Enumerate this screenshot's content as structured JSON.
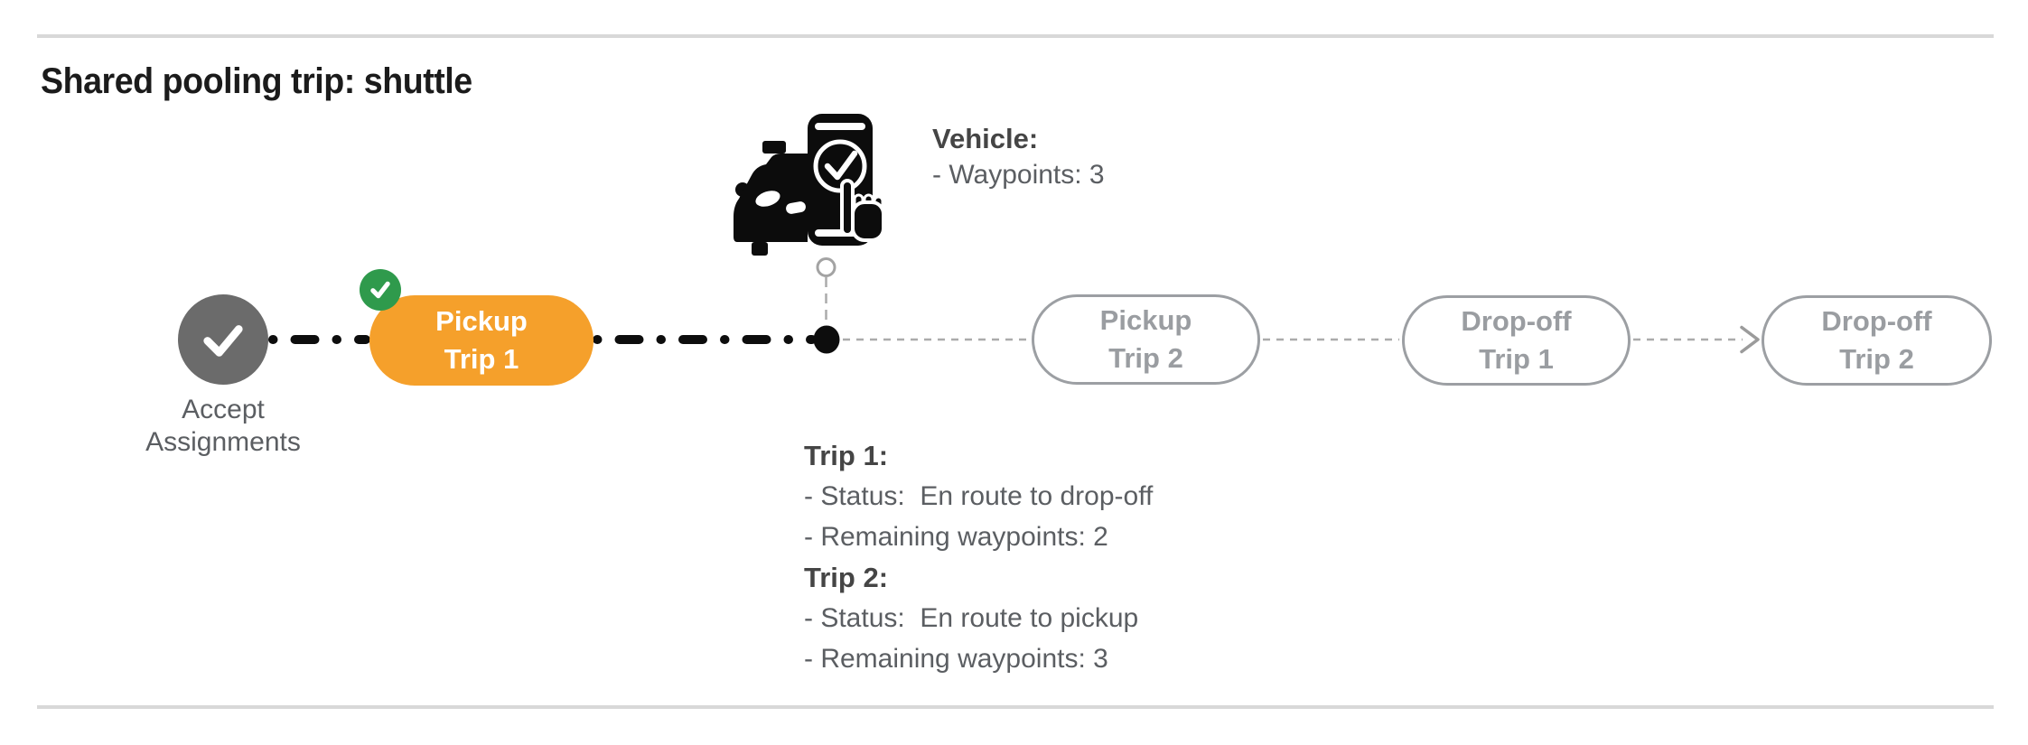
{
  "title": "Shared pooling trip: shuttle",
  "vehicle_info": {
    "heading": "Vehicle:",
    "lines": [
      "- Waypoints: 3"
    ]
  },
  "trip_status": {
    "sections": [
      {
        "heading": "Trip 1:",
        "lines": [
          "- Status:  En route to drop-off",
          "- Remaining waypoints: 2"
        ]
      },
      {
        "heading": "Trip 2:",
        "lines": [
          "- Status:  En route to pickup",
          "- Remaining waypoints: 3"
        ]
      }
    ]
  },
  "timeline": {
    "nodes": [
      {
        "id": "accept-assignments",
        "label": "Accept\nAssignments",
        "state": "completed"
      },
      {
        "id": "pickup-trip-1",
        "label": "Pickup\nTrip 1",
        "state": "completed"
      },
      {
        "id": "vehicle-position",
        "label": "",
        "state": "current"
      },
      {
        "id": "pickup-trip-2",
        "label": "Pickup\nTrip 2",
        "state": "upcoming"
      },
      {
        "id": "dropoff-trip-1",
        "label": "Drop-off\nTrip 1",
        "state": "upcoming"
      },
      {
        "id": "dropoff-trip-2",
        "label": "Drop-off\nTrip 2",
        "state": "upcoming"
      }
    ]
  },
  "icons": {
    "accept_check": "✓",
    "completed_badge_check": "✓",
    "vehicle_marker": "car-phone-check",
    "arrowhead": "→"
  },
  "colors": {
    "accent-orange": "#F5A02B",
    "accent-green": "#2F9A4C",
    "node-grey": "#6B6B6B",
    "pill-grey": "#9C9FA3",
    "text-dark": "#1B1B1B",
    "text-grey": "#5B5E62",
    "line-black": "#0D0D0D",
    "line-grey": "#ABABAB",
    "rule-grey": "#D8D8D8"
  }
}
